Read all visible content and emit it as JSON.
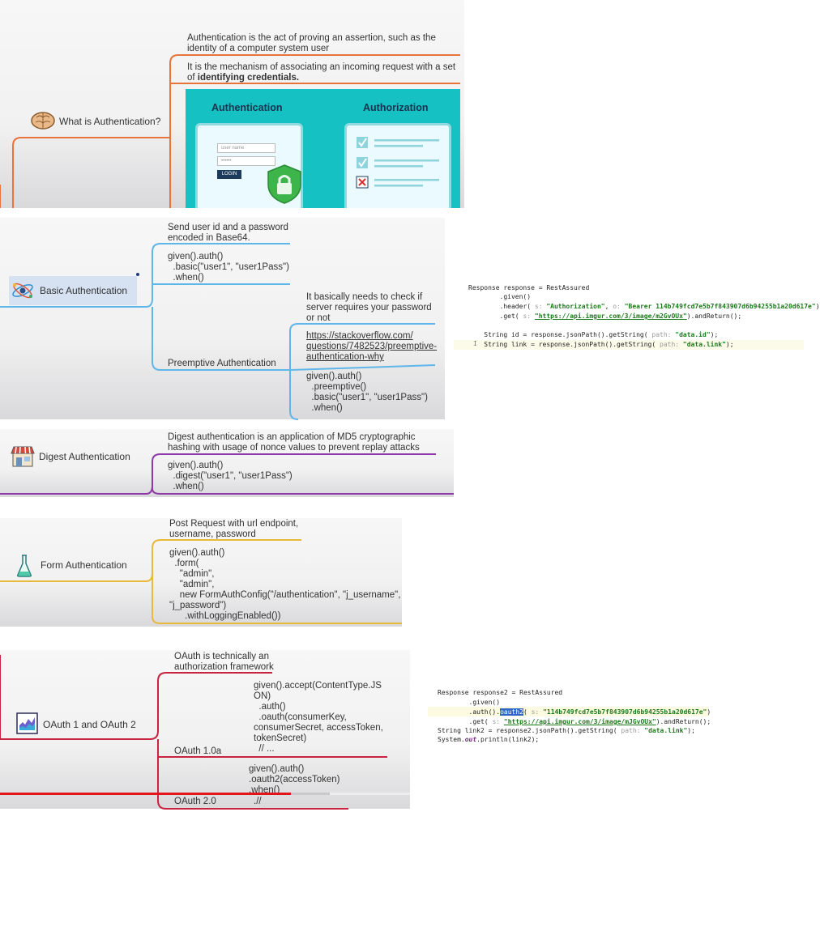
{
  "panel1": {
    "topic": "What is Authentication?",
    "note1": "Authentication is the act of proving an assertion, such as the\nidentity of a computer system user",
    "note2_a": "It is the mechanism of associating an incoming request with a set\nof ",
    "note2_b": "identifying credentials.",
    "img_left_title": "Authentication",
    "img_right_title": "Authorization",
    "img_username": "user name",
    "img_password": "••••••",
    "img_login": "LOGIN",
    "colors": {
      "branch": "#e8743b",
      "teal": "#16c1c3"
    }
  },
  "panel2": {
    "topic": "Basic Authentication",
    "note1": "Send user id and a password\nencoded in Base64.",
    "code1": "given().auth()\n  .basic(\"user1\", \"user1Pass\")\n  .when()",
    "sub_topic": "Preemptive Authentication",
    "note2": "It basically needs to check if\nserver requires your password\nor not",
    "link": "https://stackoverflow.com/\nquestions/7482523/preemptive-\nauthentication-why",
    "code2": "given().auth()\n  .preemptive()\n  .basic(\"user1\", \"user1Pass\")\n  .when()",
    "colors": {
      "branch": "#5fb6e8"
    }
  },
  "code_snippet1": {
    "l1": "Response response = RestAssured",
    "l2": "        .given()",
    "l3a": "        .header( ",
    "l3h1": "s: ",
    "l3s1": "\"Authorization\"",
    "l3m": ", ",
    "l3h2": "o: ",
    "l3s2": "\"Bearer 114b749fcd7e5b7f843907d6b94255b1a20d617e\"",
    "l3e": ")",
    "l4a": "        .get( ",
    "l4h": "s: ",
    "l4s": "\"https://api.imgur.com/3/image/m2GvOUx\"",
    "l4e": ").andReturn();",
    "l5a": "    String id = response.jsonPath().getString( ",
    "l5h": "path: ",
    "l5s": "\"data.id\"",
    "l5e": ");",
    "l6a": "    String link = response.jsonPath().getString( ",
    "l6h": "path: ",
    "l6s": "\"data.link\"",
    "l6e": ");",
    "gutter": "I"
  },
  "panel3": {
    "topic": "Digest Authentication",
    "note1": "Digest authentication is an application of MD5 cryptographic\nhashing with usage of nonce values to prevent replay attacks",
    "code1": "given().auth()\n  .digest(\"user1\", \"user1Pass\")\n  .when()",
    "colors": {
      "branch": "#8e3aa8"
    }
  },
  "panel4": {
    "topic": "Form Authentication",
    "note1": "Post Request with url endpoint,\nusername, password",
    "code1": "given().auth()\n  .form(\n    \"admin\",\n    \"admin\",\n    new FormAuthConfig(\"/authentication\", \"j_username\",\n\"j_password\")\n      .withLoggingEnabled())",
    "colors": {
      "branch": "#e8b93b"
    }
  },
  "panel5": {
    "topic": "OAuth 1 and OAuth 2",
    "note1": "OAuth is technically an\nauthorization framework",
    "code1": "given().accept(ContentType.JS\nON)\n  .auth()\n  .oauth(consumerKey,\nconsumerSecret, accessToken,\ntokenSecret)\n  // ...",
    "sub1": "OAuth 1.0a",
    "code2": "given().auth()\n.oauth2(accessToken)\n.when()",
    "sub2": "OAuth 2.0",
    "code2_tail": ".//",
    "colors": {
      "branch": "#c8243f",
      "progress": "#e5141b"
    }
  },
  "code_snippet2": {
    "l1": "Response response2 = RestAssured",
    "l2": "        .given()",
    "l3a": "        .auth().",
    "l3sel": "oauth2",
    "l3b": "( ",
    "l3h": "s: ",
    "l3s": "\"114b749fcd7e5b7f843907d6b94255b1a20d617e\"",
    "l3e": ")",
    "l4a": "        .get( ",
    "l4h": "s: ",
    "l4s": "\"https://api.imgur.com/3/image/mJGvOUx\"",
    "l4e": ").andReturn();",
    "l5a": "String link2 = response2.jsonPath().getString( ",
    "l5h": "path: ",
    "l5s": "\"data.link\"",
    "l5e": ");",
    "l6a": "System.",
    "l6b": "out",
    "l6c": ".println(link2);"
  }
}
